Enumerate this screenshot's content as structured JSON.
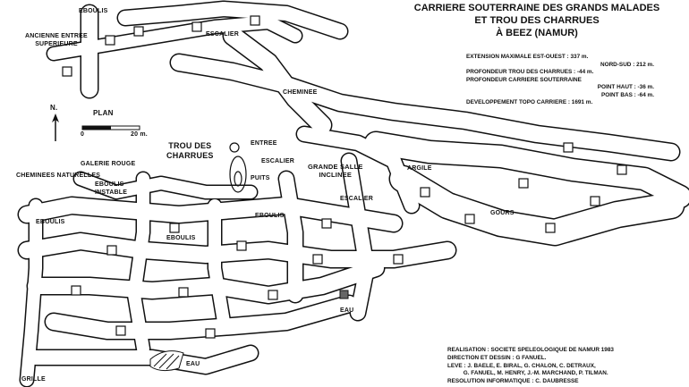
{
  "title": [
    "CARRIERE SOUTERRAINE DES GRANDS MALADES",
    "ET TROU DES CHARRUES",
    "À BEEZ (NAMUR)"
  ],
  "stats": {
    "extension_label": "EXTENSION MAXIMALE   EST-OUEST : 337 m.",
    "nord_sud": "NORD-SUD : 212 m.",
    "profondeur_trou": "PROFONDEUR TROU DES CHARRUES : -44 m.",
    "profondeur_carriere": "PROFONDEUR CARRIERE SOUTERRAINE",
    "point_haut": "POINT HAUT :  -36 m.",
    "point_bas": "POINT BAS :    -64 m.",
    "developpement": "DEVELOPPEMENT TOPO CARRIERE :  1691 m."
  },
  "credits": [
    "REALISATION : SOCIETE SPELEOLOGIQUE DE NAMUR  1983",
    "DIRECTION ET DESSIN : G FANUEL.",
    "LEVE : J. BAELE,  E. BIRAL, G. CHALON, C. DETRAUX,",
    "          G. FANUEL, M. HENRY, J.-M. MARCHAND, P. TILMAN.",
    "RESOLUTION INFORMATIQUE : C. DAUBRESSE"
  ],
  "legend": {
    "north": "N.",
    "plan": "PLAN",
    "scale_zero": "0",
    "scale_end": "20 m."
  },
  "labels": {
    "eboulis_top": "EBOULIS",
    "escalier_top": "ESCALIER",
    "ancienne_entree": [
      "ANCIENNE ENTREE",
      "SUPERIEURE"
    ],
    "cheminee": "CHEMINEE",
    "trou_des_charrues": [
      "TROU DES",
      "CHARRUES"
    ],
    "entree": "ENTREE",
    "escalier_mid": "ESCALIER",
    "galerie_rouge": "GALERIE ROUGE",
    "grande_salle": [
      "GRANDE SALLE",
      "INCLINEE"
    ],
    "argile": "ARGILE",
    "cheminees_naturelles": "CHEMINEES NATURELLES",
    "eboulis_instable": [
      "EBOULIS",
      "INSTABLE"
    ],
    "puits": "PUITS",
    "escalier_right": "ESCALIER",
    "gours": "GOURS",
    "eboulis_left": "EBOULIS",
    "eboulis_mid": "EBOULIS",
    "eboulis_low": "EBOULIS",
    "eau_mid": "EAU",
    "eau_bottom": "EAU",
    "grille": "GRILLE"
  }
}
